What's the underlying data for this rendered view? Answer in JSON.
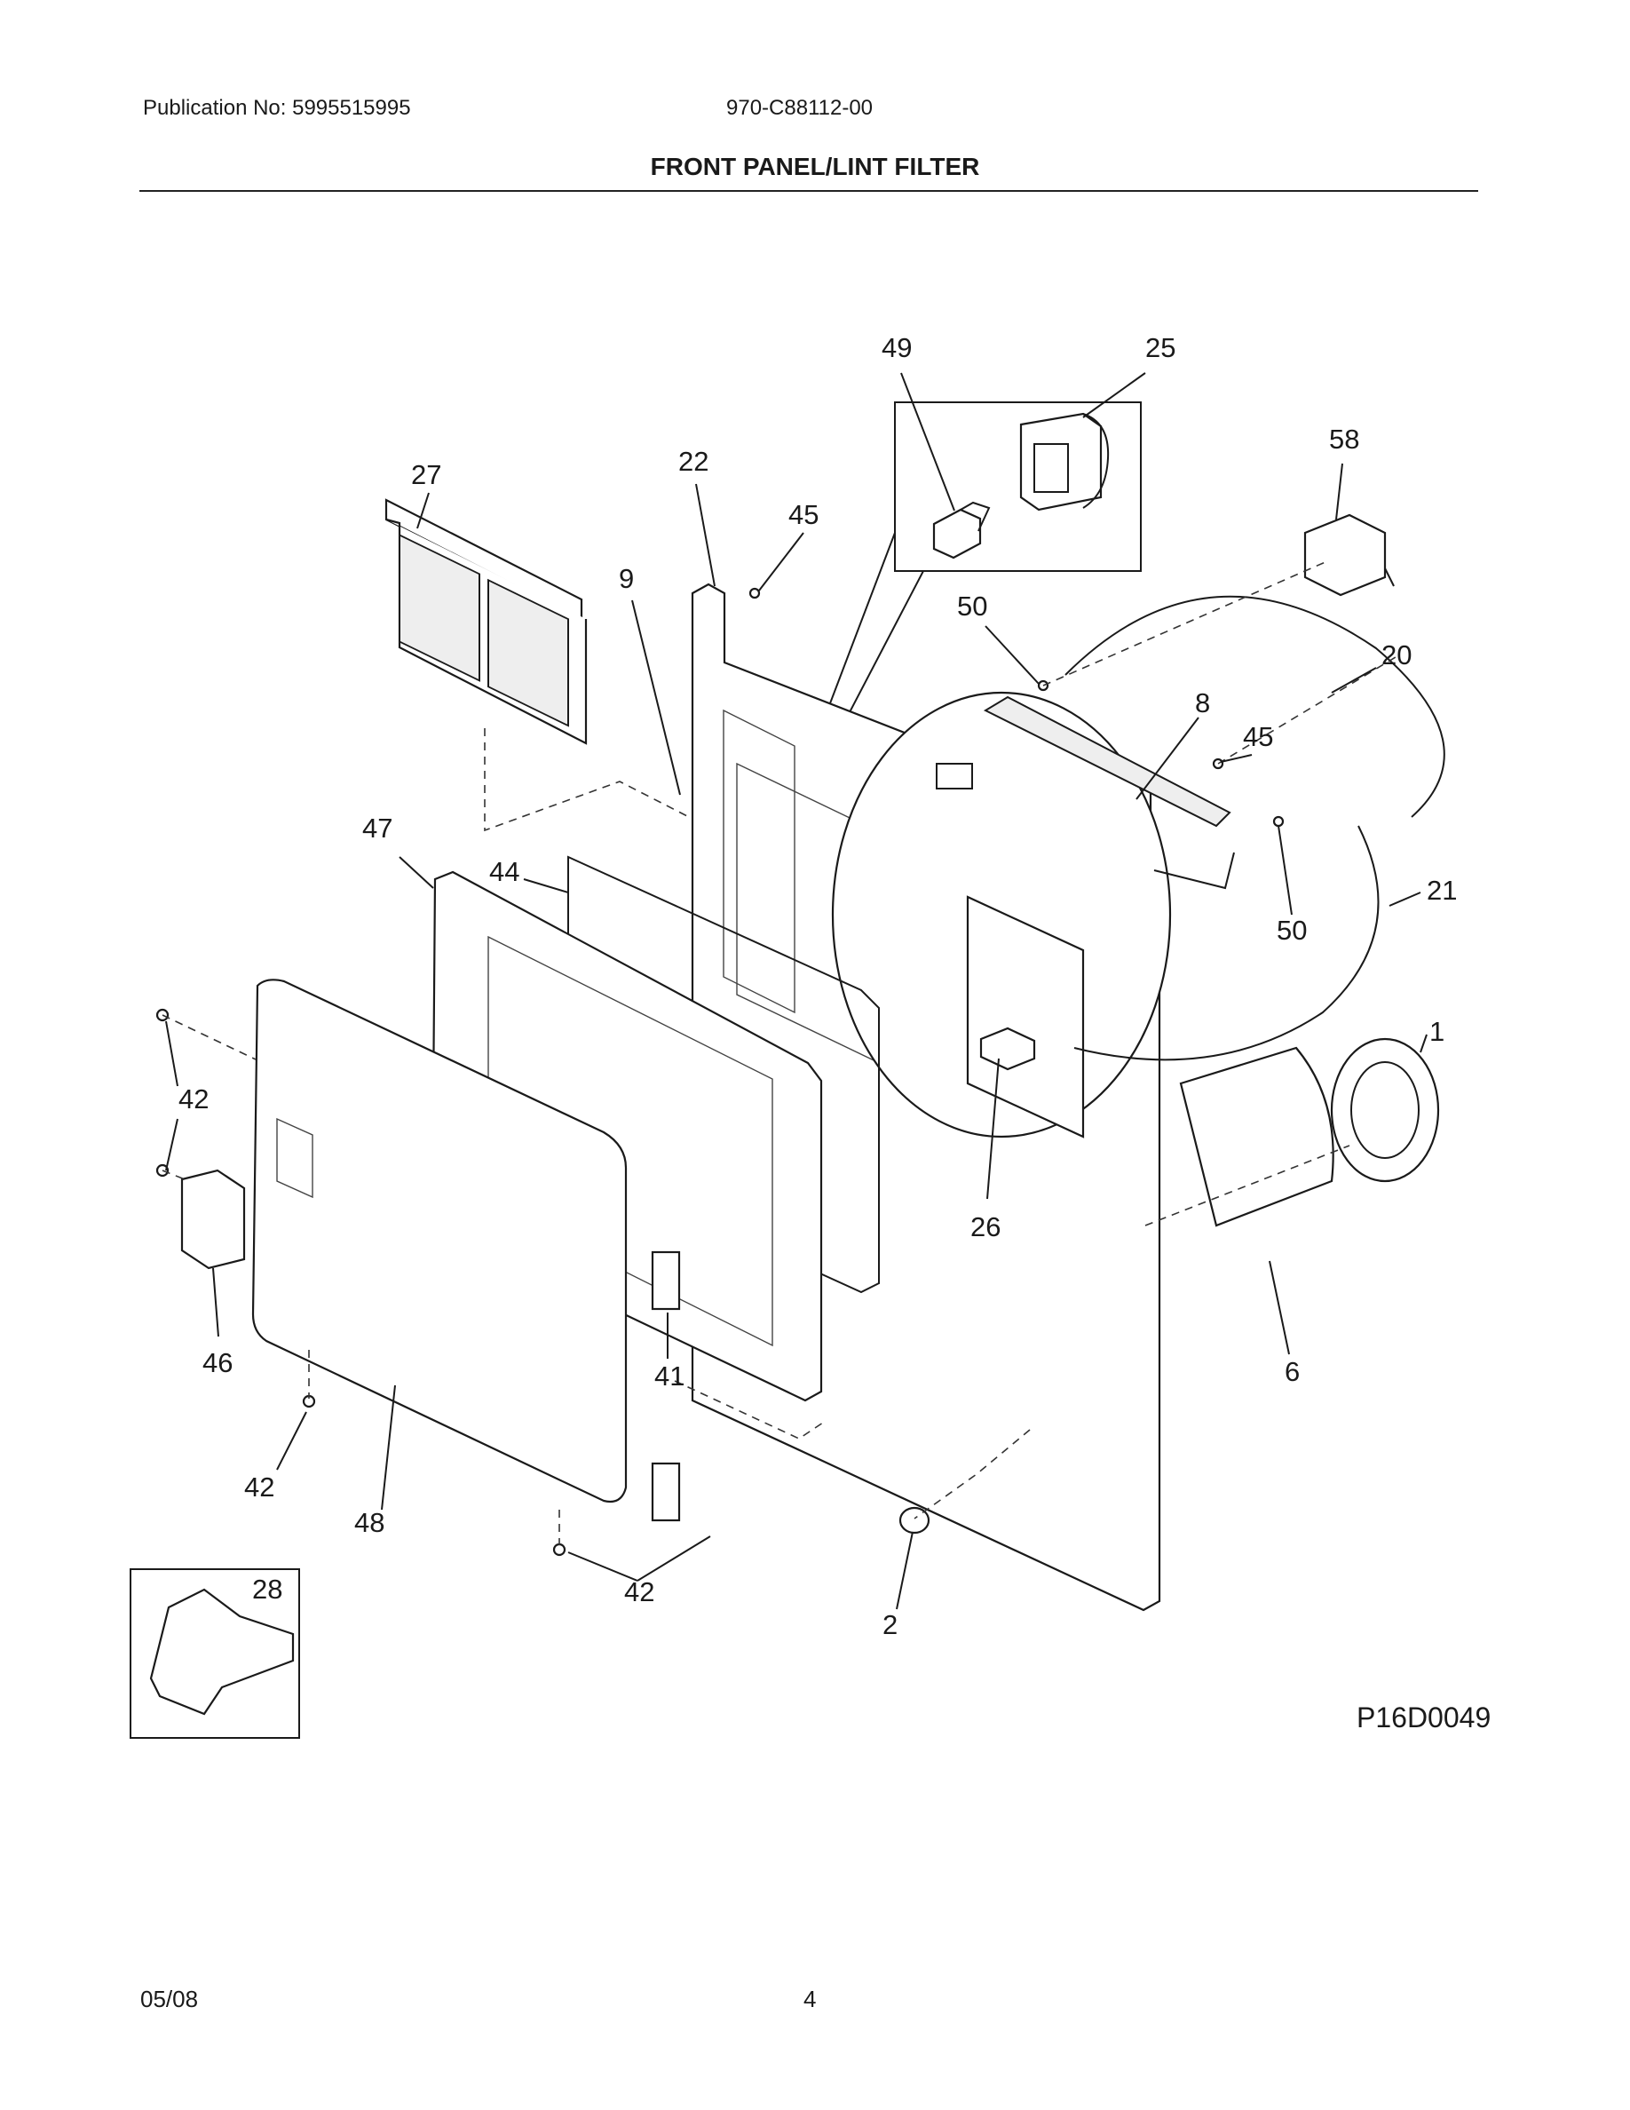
{
  "header": {
    "publication": "Publication No: 5995515995",
    "model": "970-C88112-00",
    "title": "FRONT PANEL/LINT FILTER"
  },
  "footer": {
    "date": "05/08",
    "page": "4"
  },
  "diagram_code": "P16D0049",
  "callouts": {
    "c49": "49",
    "c25": "25",
    "c58": "58",
    "c27": "27",
    "c22": "22",
    "c45a": "45",
    "c9": "9",
    "c50a": "50",
    "c20": "20",
    "c8": "8",
    "c45b": "45",
    "c47": "47",
    "c44": "44",
    "c21": "21",
    "c50b": "50",
    "c1": "1",
    "c42a": "42",
    "c26": "26",
    "c46": "46",
    "c41": "41",
    "c6": "6",
    "c42b": "42",
    "c48": "48",
    "c42c": "42",
    "c2": "2",
    "c28": "28"
  }
}
